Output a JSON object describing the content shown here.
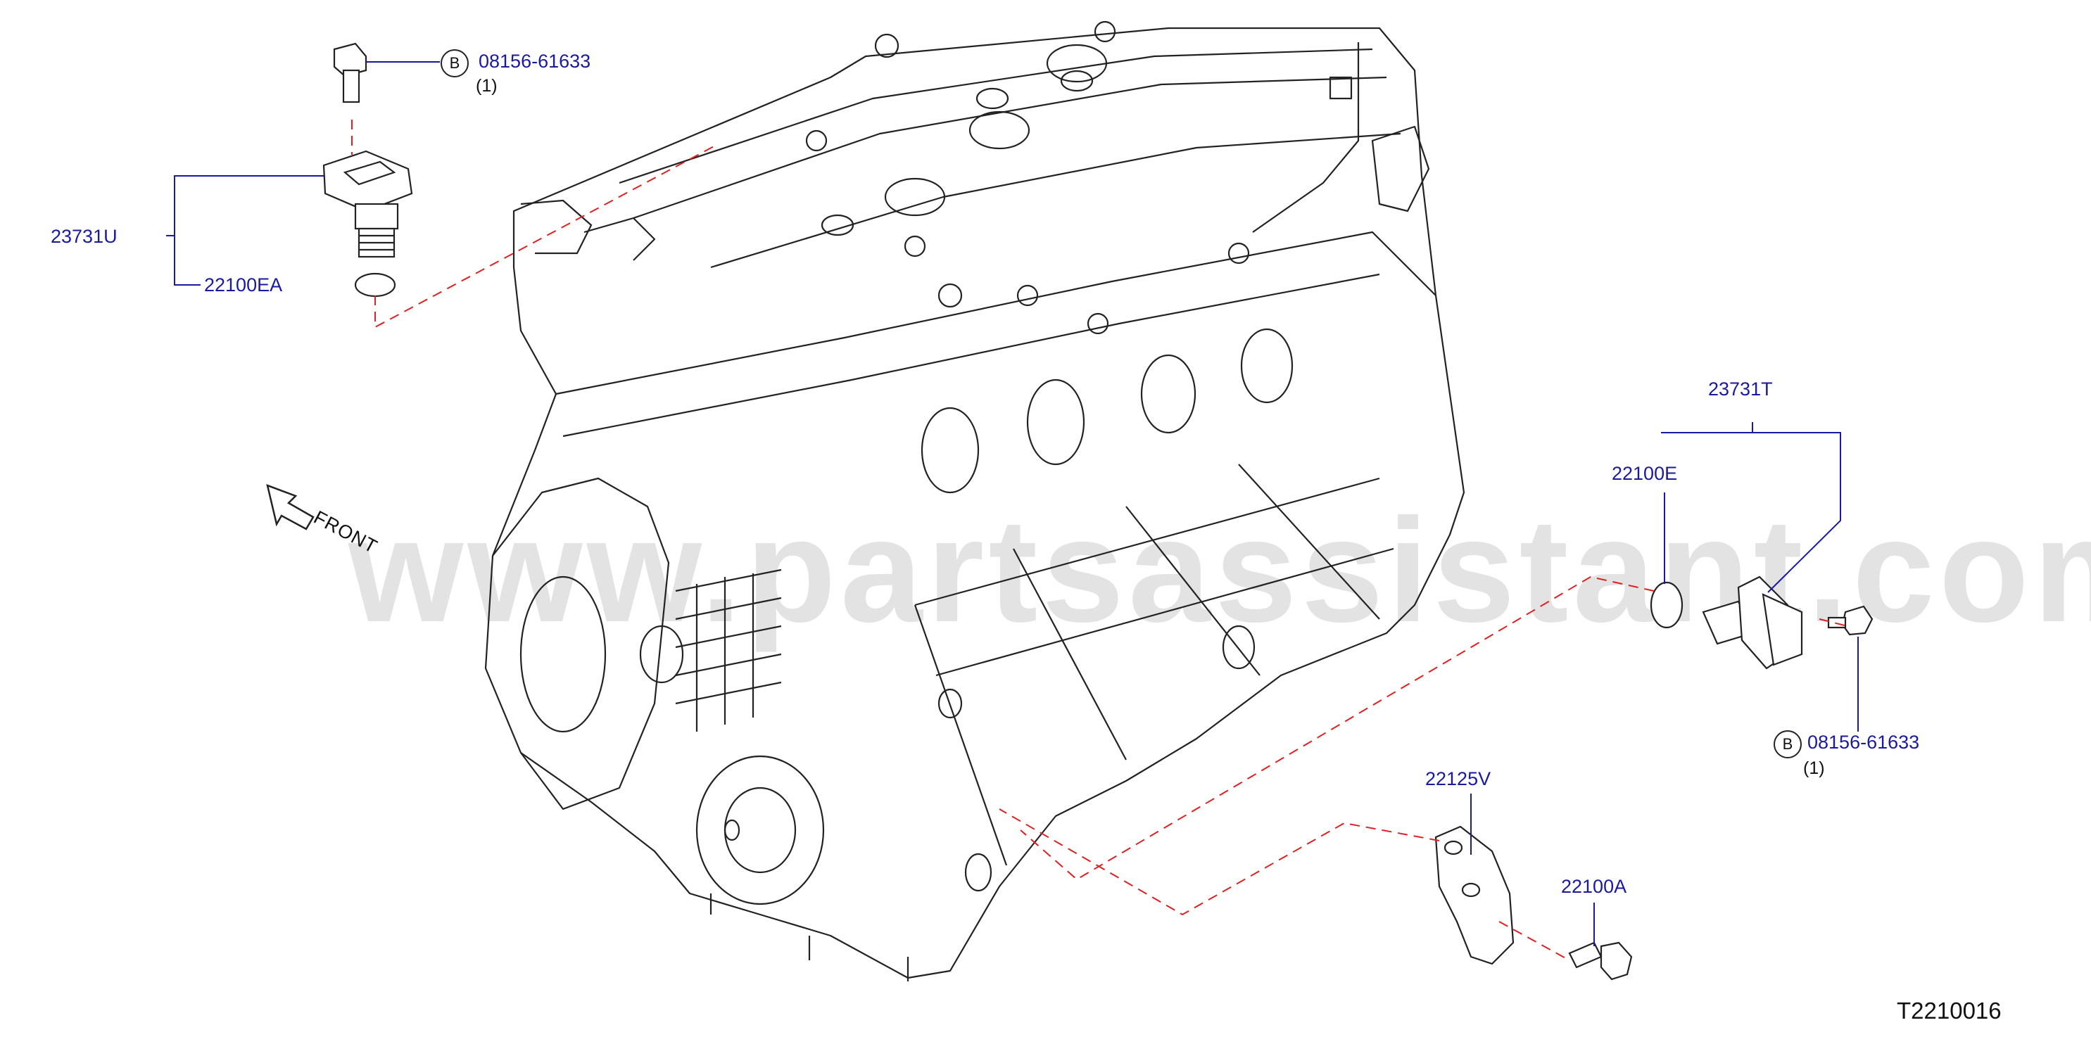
{
  "diagram": {
    "watermark": "www.partsassistant.com",
    "drawing_code": "T2210016",
    "orientation_label": "FRONT",
    "bolt_top": {
      "circle_letter": "B",
      "part_no": "08156-61633",
      "qty": "(1)"
    },
    "bolt_right": {
      "circle_letter": "B",
      "part_no": "08156-61633",
      "qty": "(1)"
    },
    "labels": {
      "sensor_top": "23731U",
      "oring_top": "22100EA",
      "sensor_right": "23731T",
      "oring_right": "22100E",
      "bracket": "22125V",
      "bolt_bracket": "22100A"
    },
    "colors": {
      "label": "#1a1aa0",
      "leader": "#1a1aa0",
      "dash": "#e02020",
      "line": "#222222"
    }
  }
}
